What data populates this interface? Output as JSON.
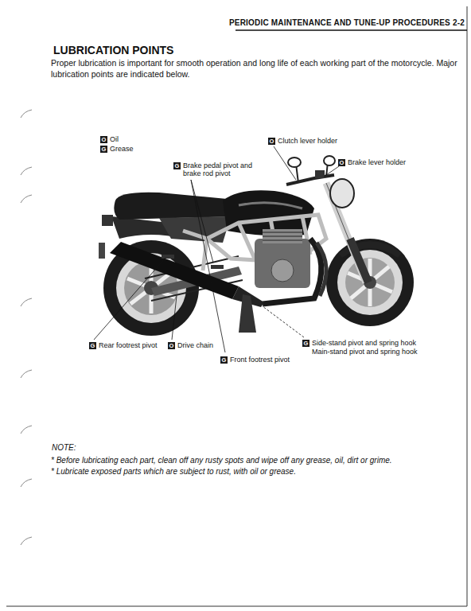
{
  "diagram": {
    "title": "LUBRICATION POINTS",
    "labels": [
      "PERIODIC MAINTENANCE AND TUNE-UP PROCEDURES 2-2",
      "Proper lubrication is important for smooth operation and long life of each working part of the motorcycle. Major lubrication points are indicated below.",
      "O",
      "G",
      "O",
      "Clutch lever holder",
      "O",
      "Brake lever holder",
      "G",
      "Brake pedal pivot and brake rod pivot",
      "G",
      "Rear footrest pivot",
      "O",
      "Drive chain",
      "G",
      "Side-stand pivot and spring hook",
      "Main-stand pivot and spring hook",
      "G",
      "Front footrest pivot",
      "NOTE:",
      "* Before lubricating each part, clean off any rusty spots and wipe off any grease, oil, dirt or grime.",
      "* Lubricate exposed parts which are subject to rust, with oil or grease."
    ],
    "legend": [
      {
        "text": "Oil"
      },
      {
        "text": "Grease"
      }
    ]
  }
}
